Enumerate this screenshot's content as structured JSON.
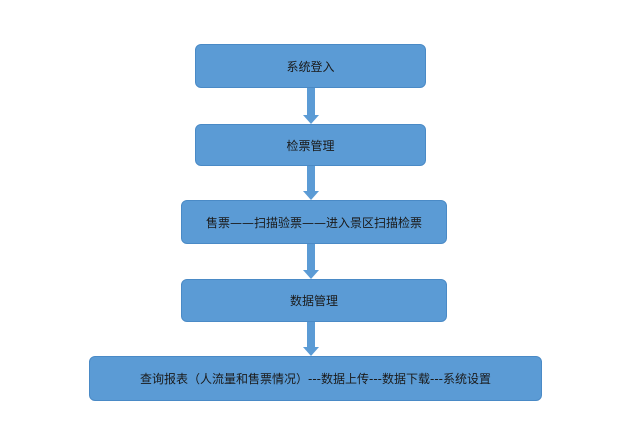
{
  "flow": {
    "steps": [
      {
        "label": "系统登入"
      },
      {
        "label": "检票管理"
      },
      {
        "label": "售票——扫描验票——进入景区扫描检票"
      },
      {
        "label": "数据管理"
      },
      {
        "label": "查询报表（人流量和售票情况）---数据上传---数据下载---系统设置"
      }
    ],
    "box_color": "#5b9bd5",
    "arrow_color": "#5b9bd5"
  }
}
